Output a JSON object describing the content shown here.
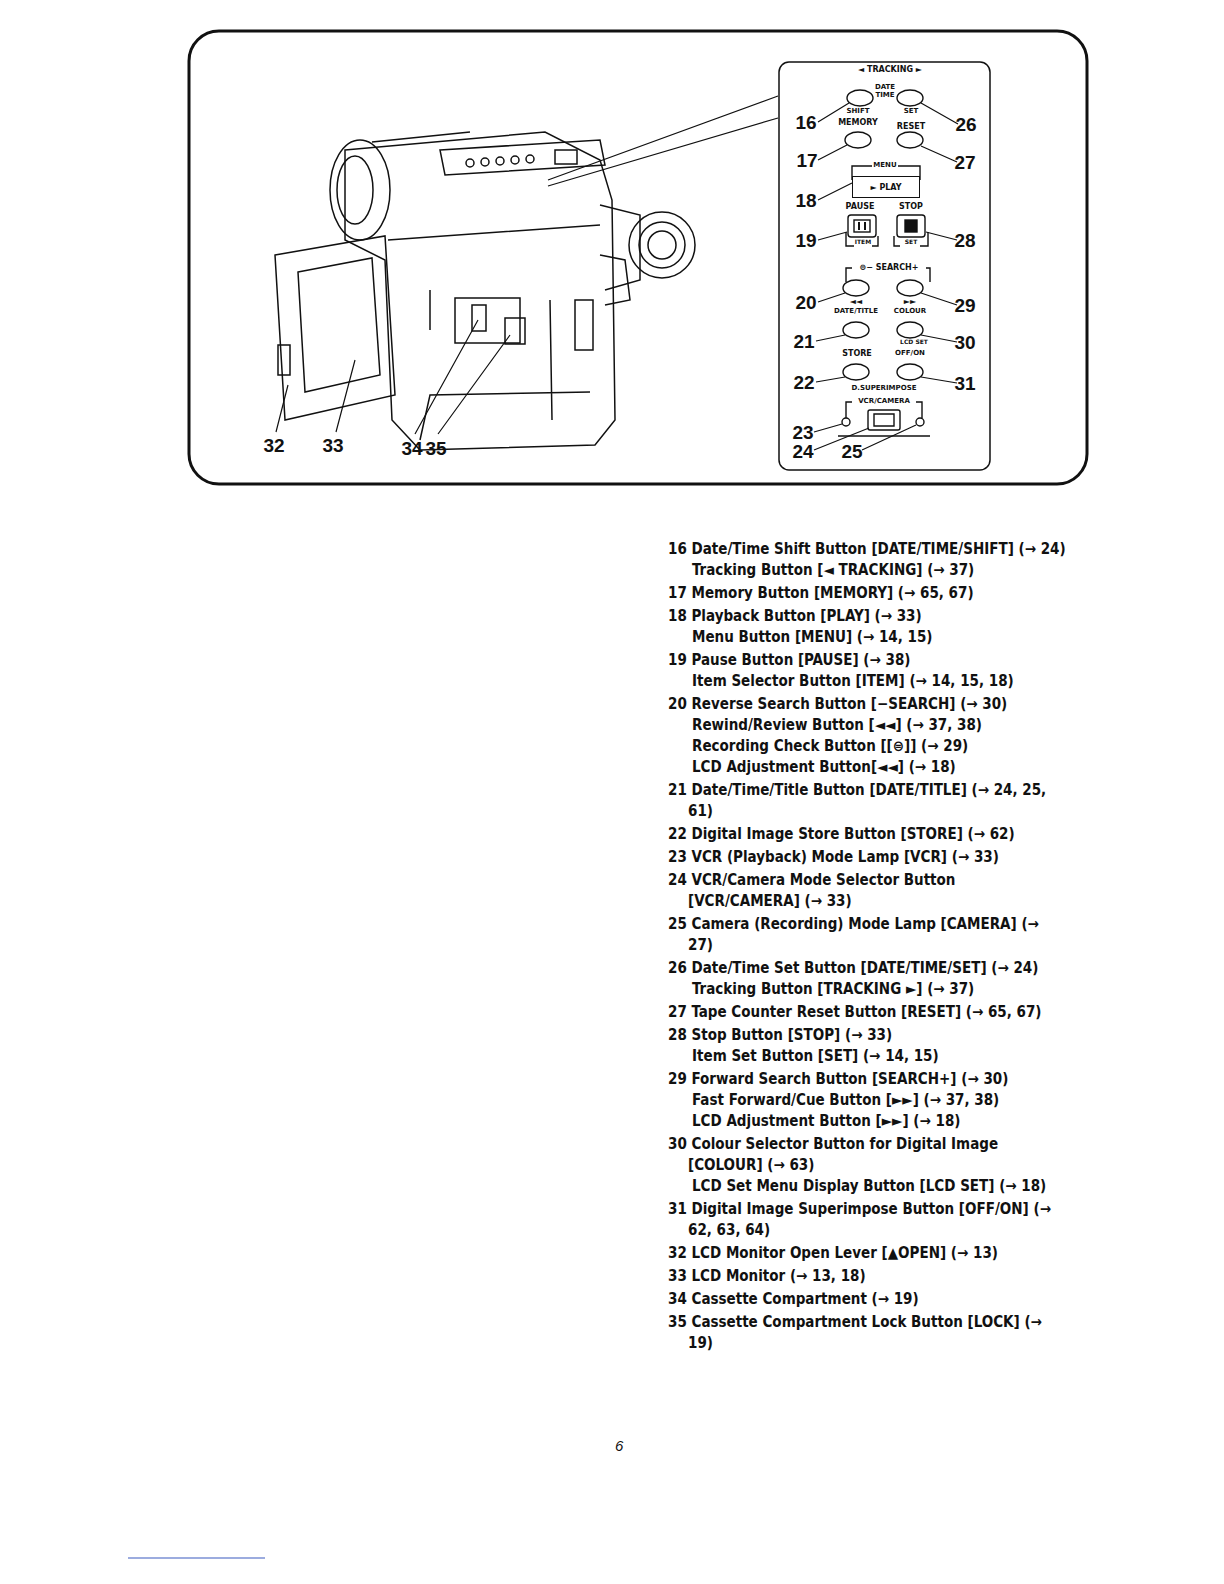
{
  "diagram": {
    "nodes": [
      {
        "text": [
          "► PLAY"
        ]
      }
    ],
    "labels": [
      "◄ TRACKING ►",
      "DATE TIME",
      "SHIFT",
      "SET",
      "MEMORY",
      "RESET",
      "MENU",
      "PAUSE",
      "STOP",
      "ITEM",
      "SET",
      "⊜− SEARCH+",
      "◄◄",
      "►►",
      "DATE/TITLE",
      "COLOUR",
      "LCD SET",
      "STORE",
      "OFF/ON",
      "D.SUPERIMPOSE",
      "VCR/CAMERA",
      "16",
      "26",
      "17",
      "27",
      "18",
      "19",
      "28",
      "20",
      "29",
      "21",
      "30",
      "22",
      "31",
      "23",
      "24",
      "25",
      "32",
      "33",
      "34",
      "35",
      "16 Date/Time Shift Button [DATE/TIME/SHIFT] (→ 24)",
      "Tracking Button [◄ TRACKING] (→ 37)",
      "17 Memory Button [MEMORY] (→ 65, 67)",
      "18 Playback Button [PLAY] (→ 33)",
      "Menu Button [MENU] (→ 14, 15)",
      "19 Pause Button [PAUSE] (→ 38)",
      "Item Selector Button [ITEM] (→ 14, 15, 18)",
      "20 Reverse Search Button [−SEARCH] (→ 30)",
      "Rewind/Review Button [◄◄] (→ 37, 38)",
      "Recording Check Button [[⊜]] (→ 29)",
      "LCD Adjustment Button[◄◄] (→ 18)",
      "21 Date/Time/Title Button [DATE/TITLE] (→ 24, 25, 61)",
      "22 Digital Image Store Button [STORE] (→ 62)",
      "23 VCR (Playback) Mode Lamp [VCR] (→ 33)",
      "24 VCR/Camera Mode Selector Button [VCR/CAMERA] (→ 33)",
      "25 Camera (Recording) Mode Lamp [CAMERA] (→ 27)",
      "26 Date/Time Set Button [DATE/TIME/SET] (→ 24)",
      "Tracking Button [TRACKING ►] (→ 37)",
      "27 Tape Counter Reset Button [RESET] (→ 65, 67)",
      "28 Stop Button [STOP] (→ 33)",
      "Item Set Button [SET] (→ 14, 15)",
      "29 Forward Search Button [SEARCH+] (→ 30)",
      "Fast Forward/Cue Button [►►] (→ 37, 38)",
      "LCD Adjustment Button [►►] (→ 18)",
      "30 Colour Selector Button for Digital Image [COLOUR] (→ 63)",
      "LCD Set Menu Display Button [LCD SET] (→ 18)",
      "31 Digital Image Superimpose Button [OFF/ON] (→ 62, 63, 64)",
      "32 LCD Monitor Open Lever [▲OPEN] (→ 13)",
      "33 LCD Monitor (→ 13, 18)",
      "34 Cassette Compartment (→ 19)",
      "35 Cassette Compartment Lock Button [LOCK] (→ 19)",
      "6"
    ]
  }
}
